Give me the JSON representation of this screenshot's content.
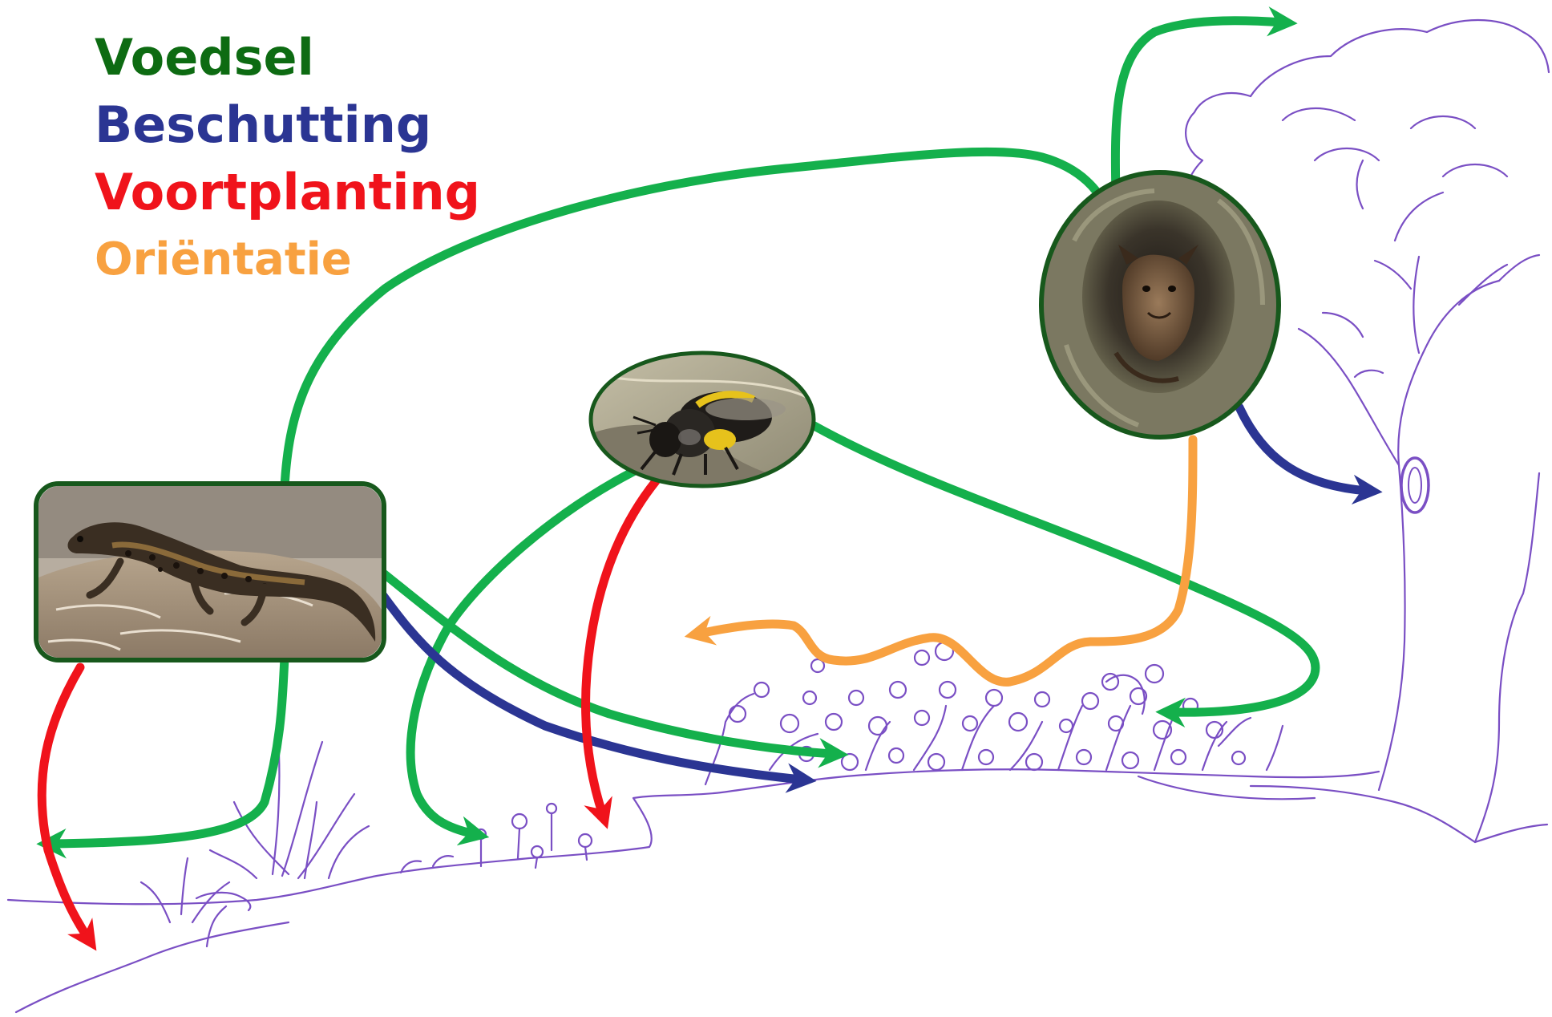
{
  "legend": {
    "items": [
      {
        "key": "voedsel",
        "label": "Voedsel",
        "color": "#0d6b12"
      },
      {
        "key": "beschutting",
        "label": "Beschutting",
        "color": "#2b3593"
      },
      {
        "key": "voortplanting",
        "label": "Voortplanting",
        "color": "#f0131b"
      },
      {
        "key": "orientatie",
        "label": "Oriëntatie",
        "color": "#f8a140"
      }
    ]
  },
  "colors": {
    "food_arrow": "#14b04c",
    "shelter_arrow": "#2b3593",
    "reproduction_arrow": "#f0131b",
    "orientation_arrow": "#f8a140",
    "frame": "#17581c",
    "landscape": "#7a4fc4"
  },
  "animals": [
    {
      "key": "newt",
      "icon": "newt-photo"
    },
    {
      "key": "bee",
      "icon": "bee-photo"
    },
    {
      "key": "bat",
      "icon": "bat-photo"
    }
  ]
}
